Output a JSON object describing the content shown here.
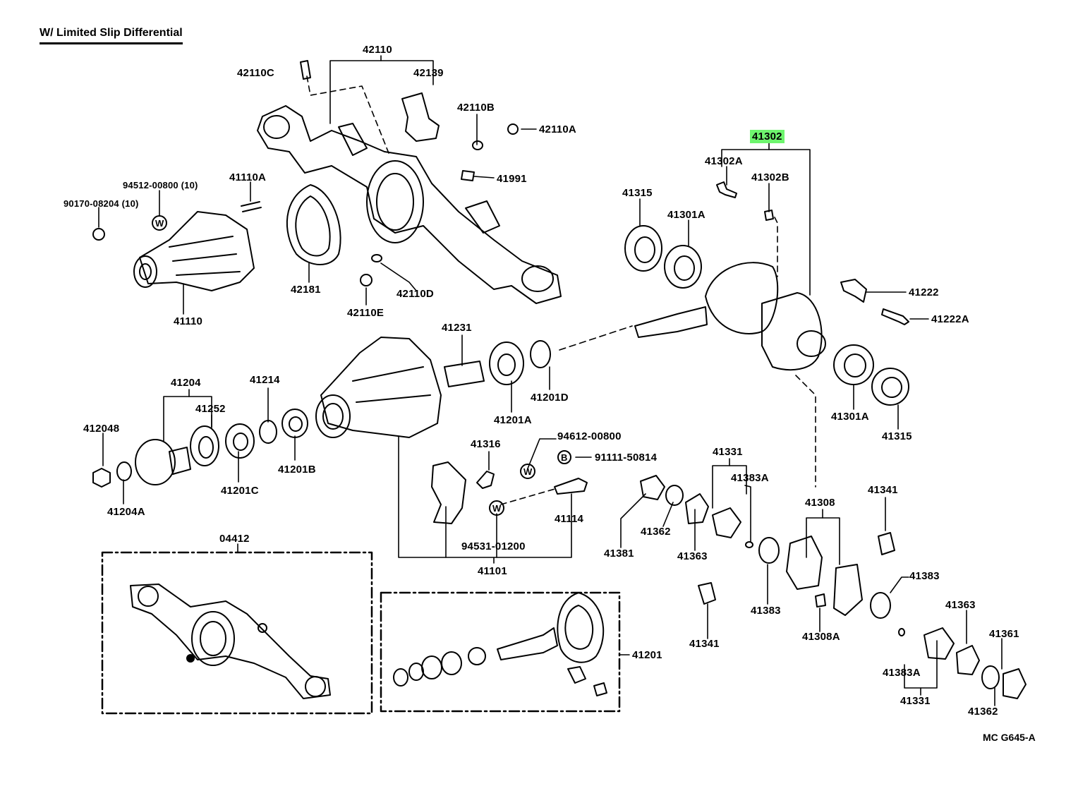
{
  "title": "W/ Limited Slip Differential",
  "figure_code": "MC G645-A",
  "highlight_color": "#6ef56e",
  "highlighted_part": "41302",
  "marker_symbols": {
    "w": "W",
    "b": "B"
  },
  "labels": {
    "p42110": "42110",
    "p42110c": "42110C",
    "p42139": "42139",
    "p42110b": "42110B",
    "p42110a": "42110A",
    "p41991": "41991",
    "p94512_00800_10": "94512-00800 (10)",
    "p90170_08204_10": "90170-08204 (10)",
    "p41110a": "41110A",
    "p41110": "41110",
    "p42181": "42181",
    "p42110e": "42110E",
    "p42110d": "42110D",
    "p41302": "41302",
    "p41302a": "41302A",
    "p41302b": "41302B",
    "p41315_top": "41315",
    "p41301a_top": "41301A",
    "p41222": "41222",
    "p41222a": "41222A",
    "p41301a_bot": "41301A",
    "p41315_bot": "41315",
    "p41231": "41231",
    "p41204": "41204",
    "p41214": "41214",
    "p41252": "41252",
    "p41204b": "412048",
    "p41204a": "41204A",
    "p41201c": "41201C",
    "p41201b": "41201B",
    "p41201a": "41201A",
    "p41201d": "41201D",
    "p41316": "41316",
    "p94612_00800": "94612-00800",
    "p91111_50814": "91111-50814",
    "p41114": "41114",
    "p94531_01200": "94531-01200",
    "p41101": "41101",
    "p04412": "04412",
    "p41201": "41201",
    "p41331_top": "41331",
    "p41383a_top": "41383A",
    "p41381": "41381",
    "p41362_top": "41362",
    "p41363_top": "41363",
    "p41308": "41308",
    "p41341_top": "41341",
    "p41383_mid": "41383",
    "p41383_right": "41383",
    "p41308a": "41308A",
    "p41341_bot": "41341",
    "p41363_bot": "41363",
    "p41361": "41361",
    "p41383a_bot": "41383A",
    "p41331_bot": "41331",
    "p41362_bot": "41362"
  }
}
